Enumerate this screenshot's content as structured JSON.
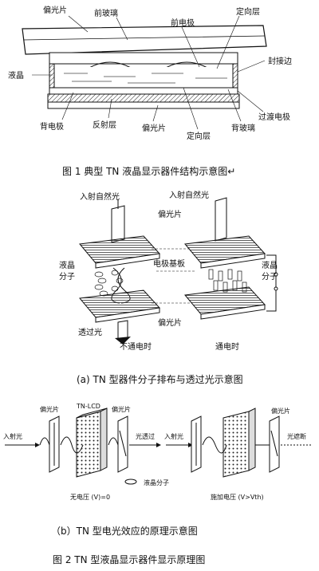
{
  "fig1": {
    "labels": {
      "polarizer_top": "偏光片",
      "front_glass": "前玻璃",
      "front_electrode": "前电极",
      "alignment_top": "定向层",
      "sealant": "封接边",
      "liquid_crystal": "液晶",
      "transition_electrode": "过渡电极",
      "back_electrode": "背电极",
      "reflector": "反射层",
      "polarizer_bottom": "偏光片",
      "alignment_bottom": "定向层",
      "back_glass": "背玻璃"
    },
    "caption": "图 1    典型 TN 液晶显示器件结构示意图↵"
  },
  "fig2a": {
    "labels": {
      "incident_left": "入射自然光",
      "incident_right": "入射自然光",
      "polarizer_top": "偏光片",
      "lc_molecule": "液晶\n分子",
      "electrode_substrate": "电极基板",
      "lc_molecule_right": "液晶\n分子",
      "polarizer_bottom": "偏光片",
      "transmitted": "透过光",
      "no_power": "不通电时",
      "powered": "通电时"
    },
    "caption": "(a)  TN 型器件分子排布与透过光示意图"
  },
  "fig2b": {
    "labels": {
      "polarizer_1": "偏光片",
      "tn_lcd": "TN-LCD",
      "polarizer_2": "偏光片",
      "polarizer_3": "偏光片",
      "incident_1": "入射光",
      "light_pass": "光透过",
      "incident_2": "入射光",
      "light_block": "光遮断",
      "no_voltage": "无电压 (V)=0",
      "lc_molecule": "液晶分子",
      "voltage_on": "施加电压 (V>Vth)"
    },
    "caption": "（b）TN 型电光效应的原理示意图"
  },
  "fig2": {
    "caption": "图 2    TN 型液晶显示器件显示原理图"
  }
}
